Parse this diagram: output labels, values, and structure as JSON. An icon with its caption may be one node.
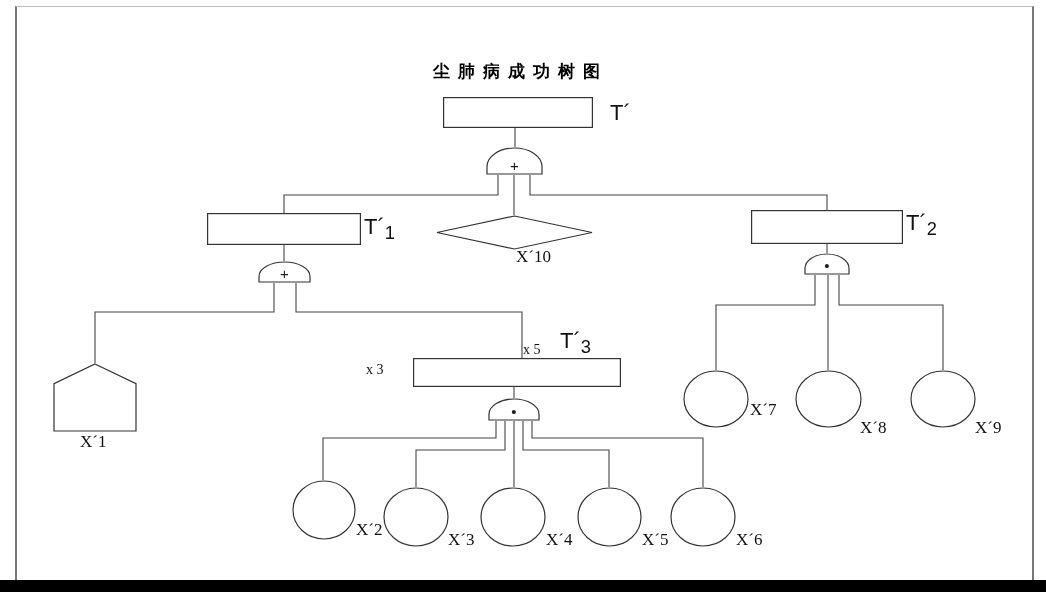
{
  "diagram": {
    "title": "尘肺病成功树图",
    "nodes": [
      {
        "text": [],
        "shape": "box",
        "beside": [
          "T´"
        ]
      },
      {
        "text": [
          "+"
        ]
      },
      {
        "text": [],
        "shape": "box",
        "beside": [
          "T´$_{1}$"
        ]
      },
      {
        "text": [],
        "shape": "diamond",
        "beside": [
          "X´10"
        ]
      },
      {
        "text": [],
        "shape": "box",
        "beside": [
          "T´$_{2}$"
        ]
      },
      {
        "text": [
          "+"
        ]
      },
      {
        "text": [
          "•"
        ]
      },
      {
        "text": [],
        "shape": "house",
        "beside": [
          "X´1"
        ]
      },
      {
        "text": [],
        "shape": "box",
        "beside": [
          "T´$_{3}$"
        ]
      },
      {
        "text": [],
        "shape": "circle",
        "beside": [
          "X´7"
        ]
      },
      {
        "text": [],
        "shape": "circle",
        "beside": [
          "X´8"
        ]
      },
      {
        "text": [],
        "shape": "circle",
        "beside": [
          "X´9"
        ]
      },
      {
        "text": [
          "•"
        ]
      },
      {
        "text": [],
        "shape": "circle",
        "beside": [
          "X´2"
        ]
      },
      {
        "text": [],
        "shape": "circle",
        "beside": [
          "X´3"
        ]
      },
      {
        "text": [],
        "shape": "circle",
        "beside": [
          "X´4"
        ]
      },
      {
        "text": [],
        "shape": "circle",
        "beside": [
          "X´5"
        ]
      },
      {
        "text": [],
        "shape": "circle",
        "beside": [
          "X´6"
        ]
      }
    ],
    "edges": [
      {
        "from": 0,
        "to": 1,
        "arrow": "none"
      },
      {
        "from": 1,
        "to": 2,
        "arrow": "none"
      },
      {
        "from": 1,
        "to": 3,
        "arrow": "none"
      },
      {
        "from": 1,
        "to": 4,
        "arrow": "none"
      },
      {
        "from": 2,
        "to": 5,
        "arrow": "none"
      },
      {
        "from": 5,
        "to": 7,
        "arrow": "none"
      },
      {
        "from": 5,
        "to": 8,
        "arrow": "none"
      },
      {
        "from": 4,
        "to": 6,
        "arrow": "none"
      },
      {
        "from": 6,
        "to": 9,
        "arrow": "none"
      },
      {
        "from": 6,
        "to": 10,
        "arrow": "none"
      },
      {
        "from": 6,
        "to": 11,
        "arrow": "none"
      },
      {
        "from": 8,
        "to": 12,
        "arrow": "none"
      },
      {
        "from": 12,
        "to": 13,
        "arrow": "none"
      },
      {
        "from": 12,
        "to": 14,
        "arrow": "none"
      },
      {
        "from": 12,
        "to": 15,
        "arrow": "none"
      },
      {
        "from": 12,
        "to": 16,
        "arrow": "none"
      },
      {
        "from": 12,
        "to": 17,
        "arrow": "none"
      }
    ],
    "labels": [
      "x 5",
      "x 3"
    ]
  }
}
